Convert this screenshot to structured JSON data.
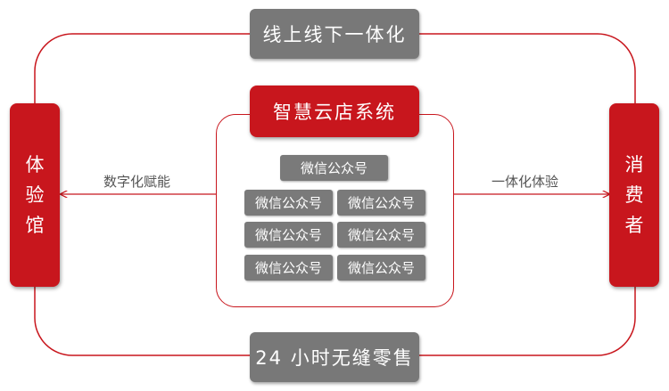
{
  "diagram": {
    "top_banner": "线上线下一体化",
    "bottom_banner": "24 小时无缝零售",
    "core": {
      "title": "智慧云店系统",
      "tiles": [
        "微信公众号",
        "微信公众号",
        "微信公众号",
        "微信公众号",
        "微信公众号",
        "微信公众号",
        "微信公众号"
      ]
    },
    "left_node": {
      "chars": [
        "体",
        "验",
        "馆"
      ]
    },
    "right_node": {
      "chars": [
        "消",
        "费",
        "者"
      ]
    },
    "left_arrow_label": "数字化赋能",
    "right_arrow_label": "一体化体验",
    "colors": {
      "brand_red": "#c8161d",
      "tile_gray": "#7a7a7a",
      "banner_gray": "#787878",
      "label_gray": "#555555"
    }
  }
}
